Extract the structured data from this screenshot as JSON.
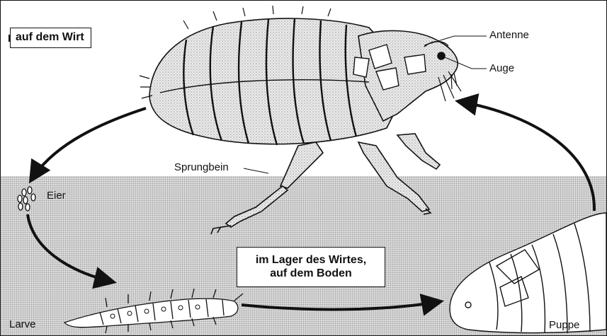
{
  "labels": {
    "host": "auf dem Wirt",
    "ground_line1": "im Lager des Wirtes,",
    "ground_line2": "auf dem Boden",
    "antenna": "Antenne",
    "eye": "Auge",
    "jumping_leg": "Sprungbein",
    "eggs": "Eier",
    "larva": "Larve",
    "pupa": "Puppe"
  },
  "colors": {
    "ink": "#111111",
    "ground": "#d9d9d9",
    "body_stipple": "#e6e6e6",
    "white": "#ffffff"
  },
  "icons": [
    "flea-drawing",
    "egg-cluster",
    "larva-drawing",
    "pupa-cocoon-drawing",
    "cycle-arrow"
  ]
}
